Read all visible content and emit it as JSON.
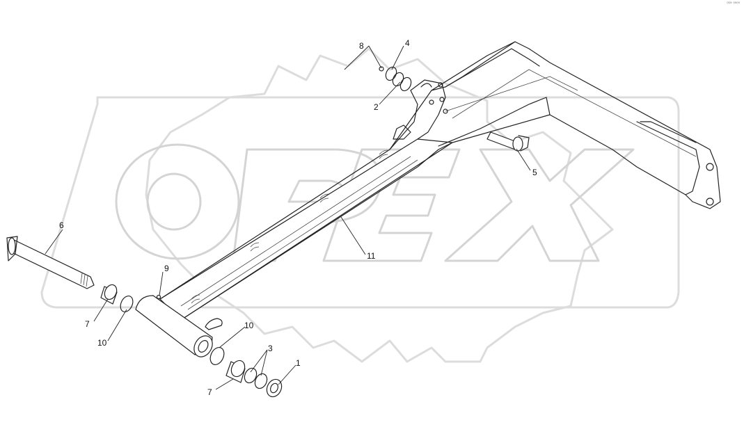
{
  "watermark": {
    "text": "OPEX",
    "color": "#d4d4d4"
  },
  "corner_mark": "⁰¹⁹ ⁰⁰⁰⁰",
  "callouts": [
    "1",
    "2",
    "3",
    "4",
    "5",
    "6",
    "7",
    "7",
    "8",
    "9",
    "10",
    "10",
    "11"
  ]
}
